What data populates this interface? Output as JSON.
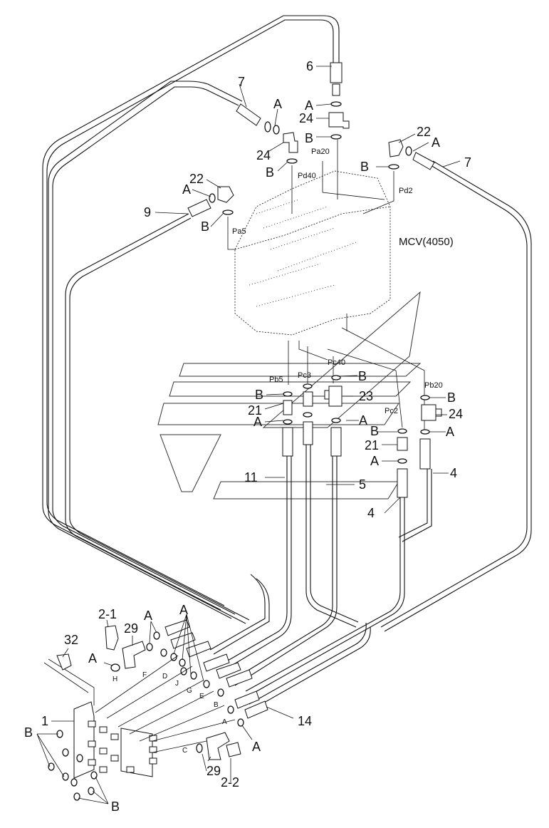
{
  "diagram": {
    "valve_label": "MCV(4050)",
    "callouts": [
      "6",
      "7",
      "7",
      "24",
      "24",
      "24",
      "22",
      "22",
      "9",
      "21",
      "21",
      "23",
      "11",
      "5",
      "4",
      "4",
      "32",
      "2-1",
      "29",
      "29",
      "1",
      "14",
      "2-2"
    ],
    "ring_letters": [
      "A",
      "A",
      "A",
      "A",
      "A",
      "A",
      "A",
      "A",
      "A",
      "A",
      "A",
      "A",
      "B",
      "B",
      "B",
      "B",
      "B",
      "B",
      "B",
      "B",
      "B",
      "B"
    ],
    "ports": [
      "Pa20",
      "Pd40",
      "Pd2",
      "Pa5",
      "Pb5",
      "Pc3",
      "Pc40",
      "Pb20",
      "Pc2"
    ],
    "block_ports": [
      "H",
      "F",
      "D",
      "J",
      "G",
      "E",
      "B",
      "A",
      "C"
    ]
  }
}
